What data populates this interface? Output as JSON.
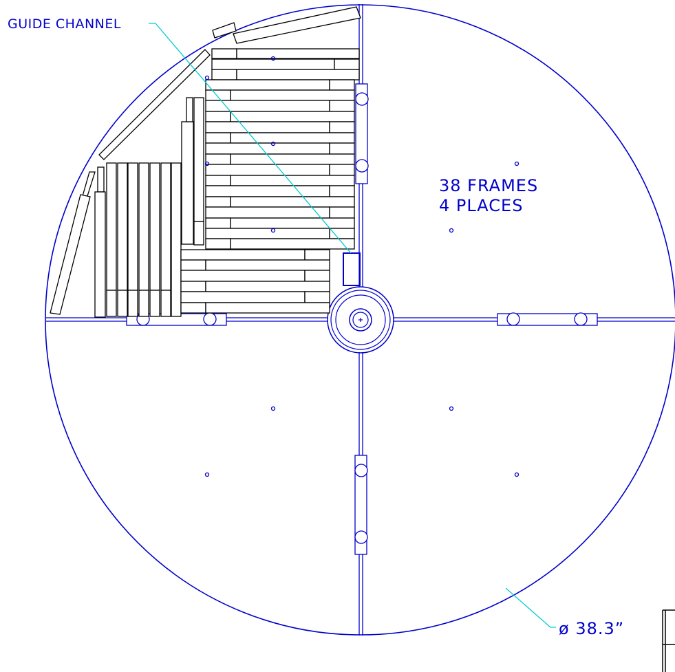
{
  "labels": {
    "guide_channel": "GUIDE CHANNEL",
    "frames_line1": "38 FRAMES",
    "frames_line2": "4 PLACES",
    "diameter": "ø  38.3”"
  },
  "colors": {
    "line": "#0000cc",
    "leader": "#00cccc",
    "black": "#000000"
  }
}
